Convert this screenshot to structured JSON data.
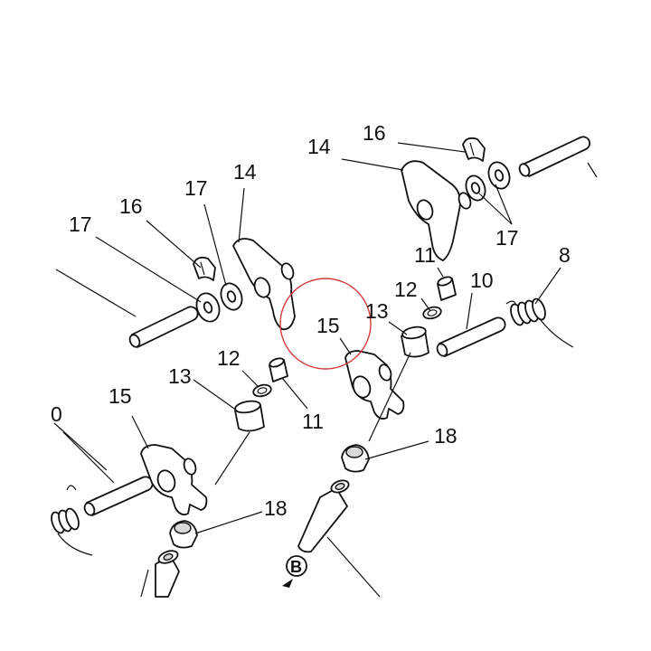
{
  "callouts": {
    "c16_top": "16",
    "c14_top": "14",
    "c17_right": "17",
    "c17_left_a": "17",
    "c16_left": "16",
    "c17_left_b": "17",
    "c14_left": "14",
    "c11_top": "11",
    "c12_top": "12",
    "c10_right": "10",
    "c8": "8",
    "c13_right": "13",
    "c15_center": "15",
    "c12_left": "12",
    "c13_left": "13",
    "c11_left": "11",
    "c15_left": "15",
    "c10_left_partial": "0",
    "c18_right": "18",
    "c18_left": "18"
  },
  "view_marker": {
    "label": "B"
  },
  "colors": {
    "line": "#111111",
    "highlight_ring": "#d23c3c",
    "background": "#ffffff"
  }
}
